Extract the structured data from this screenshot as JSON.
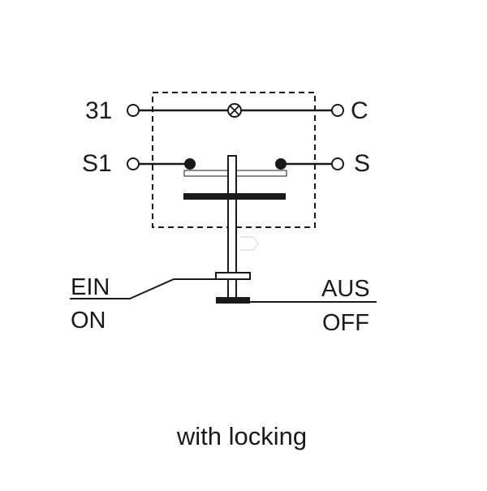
{
  "terminals": {
    "t31": "31",
    "tC": "C",
    "tS1": "S1",
    "tS": "S"
  },
  "positions": {
    "on_de": "EIN",
    "on_en": "ON",
    "off_de": "AUS",
    "off_en": "OFF"
  },
  "caption": "with locking",
  "colors": {
    "line": "#1a1a1a",
    "background": "#ffffff"
  }
}
